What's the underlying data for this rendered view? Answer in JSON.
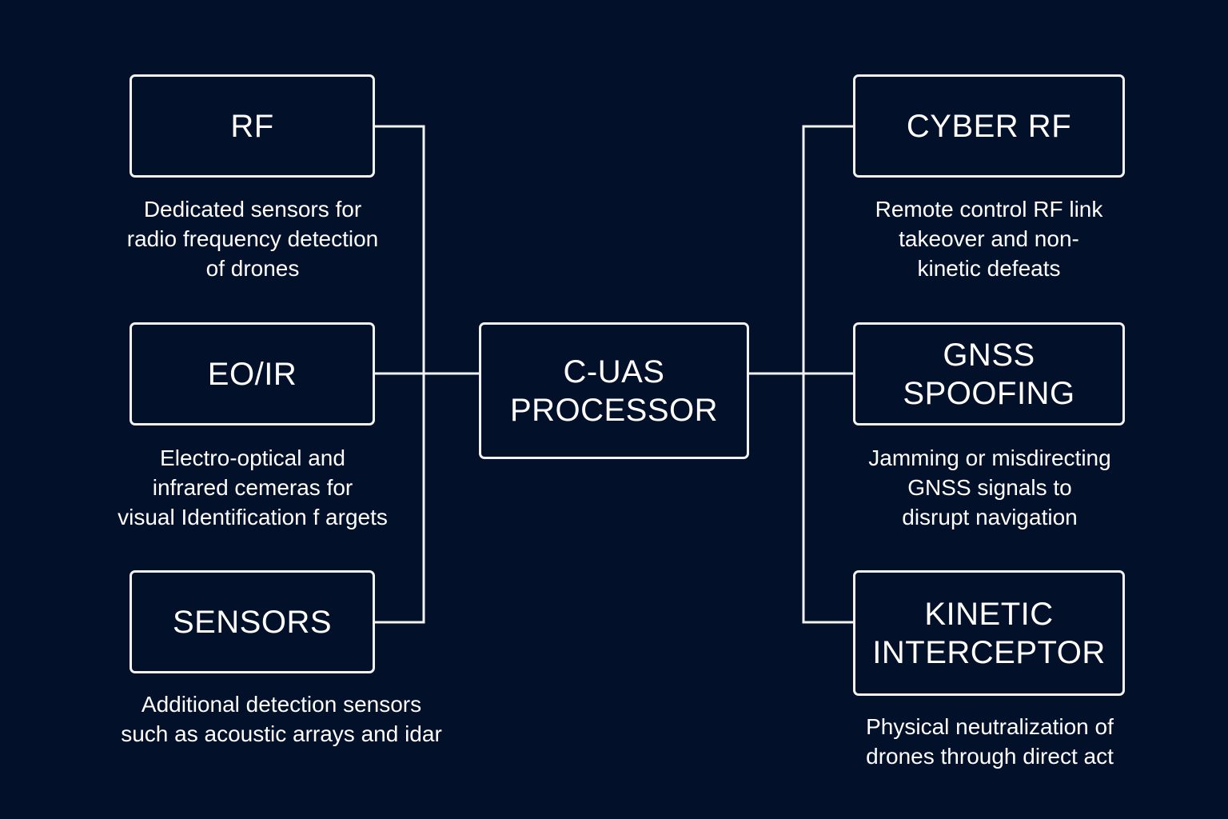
{
  "colors": {
    "background": "#03102a",
    "line": "#f2f2f2",
    "text": "#ffffff"
  },
  "center": {
    "lines": [
      "C-UAS",
      "PROCESSOR"
    ]
  },
  "sensors": [
    {
      "label": "RF",
      "description": [
        "Dedicated sensors for",
        "radio frequency detection",
        "of drones"
      ]
    },
    {
      "label": "EO/IR",
      "description": [
        "Electro-optical and",
        "infrared cemeras for",
        "visual Identification f argets"
      ]
    },
    {
      "label": "SENSORS",
      "description": [
        "Additional detection sensors",
        "such as acoustic arrays and idar"
      ]
    }
  ],
  "effectors": [
    {
      "label": "CYBER RF",
      "description": [
        "Remote control RF link",
        "takeover and non-",
        "kinetic defeats"
      ]
    },
    {
      "label": "GNSS SPOOFING",
      "description": [
        "Jamming or misdirecting",
        "GNSS signals to",
        "disrupt navigation"
      ]
    },
    {
      "label_lines": [
        "KINETIC",
        "INTERCEPTOR"
      ],
      "description": [
        "Physical neutralization of",
        "drones through direct act"
      ]
    }
  ]
}
